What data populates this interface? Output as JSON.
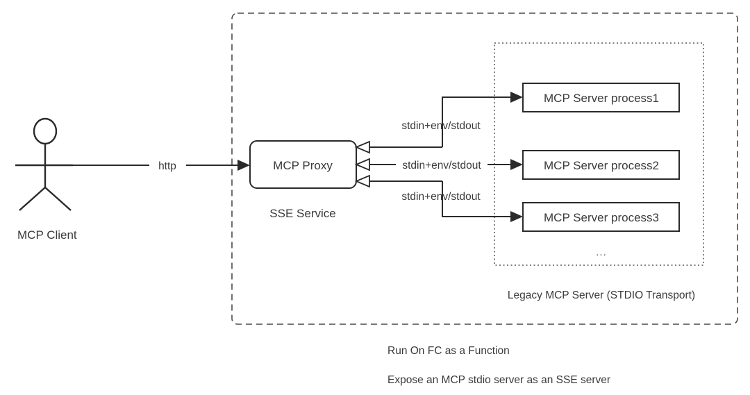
{
  "diagram": {
    "title": "MCP Proxy on FC architecture",
    "colors": {
      "stroke": "#2a2a2a",
      "text": "#3a3a3a",
      "background": "#ffffff",
      "dashed_boundary": "#4a4a4a",
      "dotted_boundary": "#555555"
    },
    "actor": {
      "label": "MCP Client",
      "icon": "stick-figure-actor"
    },
    "client_edge": {
      "label": "http",
      "direction": "client-to-proxy",
      "arrow": "filled"
    },
    "proxy": {
      "title": "MCP Proxy",
      "caption": "SSE Service"
    },
    "servers": [
      {
        "label": "MCP Server  process1",
        "edge_label": "stdin+env/stdout"
      },
      {
        "label": "MCP Server  process2",
        "edge_label": "stdin+env/stdout"
      },
      {
        "label": "MCP Server  process3",
        "edge_label": "stdin+env/stdout"
      }
    ],
    "servers_group": {
      "ellipsis": "...",
      "caption": "Legacy MCP Server (STDIO Transport)"
    },
    "footer_notes": [
      "Run On FC  as a Function",
      "Expose an MCP stdio server as an SSE server"
    ]
  }
}
